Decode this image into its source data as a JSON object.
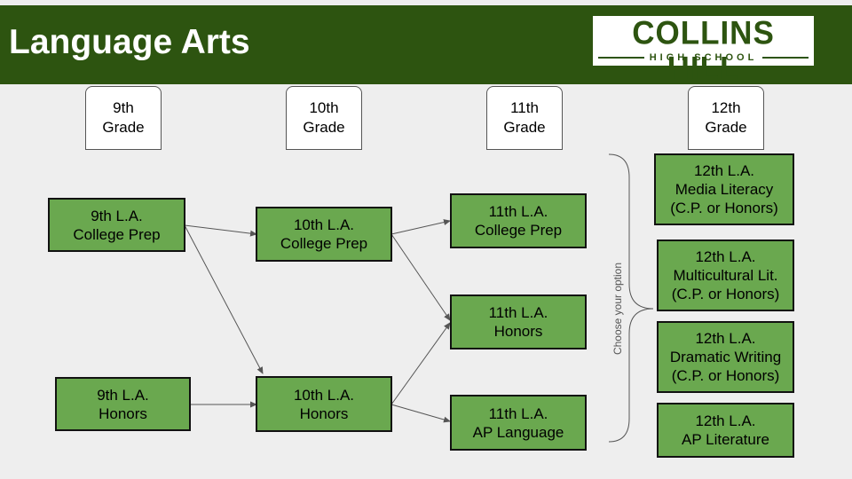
{
  "header": {
    "title": "Language Arts",
    "logo_main": "COLLINS HILL",
    "logo_sub": "HIGH SCHOOL"
  },
  "grades": [
    {
      "line1": "9th",
      "line2": "Grade"
    },
    {
      "line1": "10th",
      "line2": "Grade"
    },
    {
      "line1": "11th",
      "line2": "Grade"
    },
    {
      "line1": "12th",
      "line2": "Grade"
    }
  ],
  "courses": {
    "g9_cp": [
      "9th L.A.",
      "College Prep"
    ],
    "g9_hon": [
      "9th L.A.",
      "Honors"
    ],
    "g10_cp": [
      "10th L.A.",
      "College Prep"
    ],
    "g10_hon": [
      "10th L.A.",
      "Honors"
    ],
    "g11_cp": [
      "11th L.A.",
      "College Prep"
    ],
    "g11_hon": [
      "11th L.A.",
      "Honors"
    ],
    "g11_ap": [
      "11th L.A.",
      "AP Language"
    ],
    "g12_media": [
      "12th L.A.",
      "Media Literacy",
      "(C.P. or Honors)"
    ],
    "g12_multi": [
      "12th L.A.",
      "Multicultural Lit.",
      "(C.P. or Honors)"
    ],
    "g12_drama": [
      "12th L.A.",
      "Dramatic Writing",
      "(C.P. or Honors)"
    ],
    "g12_ap": [
      "12th L.A.",
      "AP Literature"
    ]
  },
  "choose_label": "Choose your option",
  "colors": {
    "header": "#2d5410",
    "box": "#6aa84f",
    "background": "#eeeeee"
  }
}
